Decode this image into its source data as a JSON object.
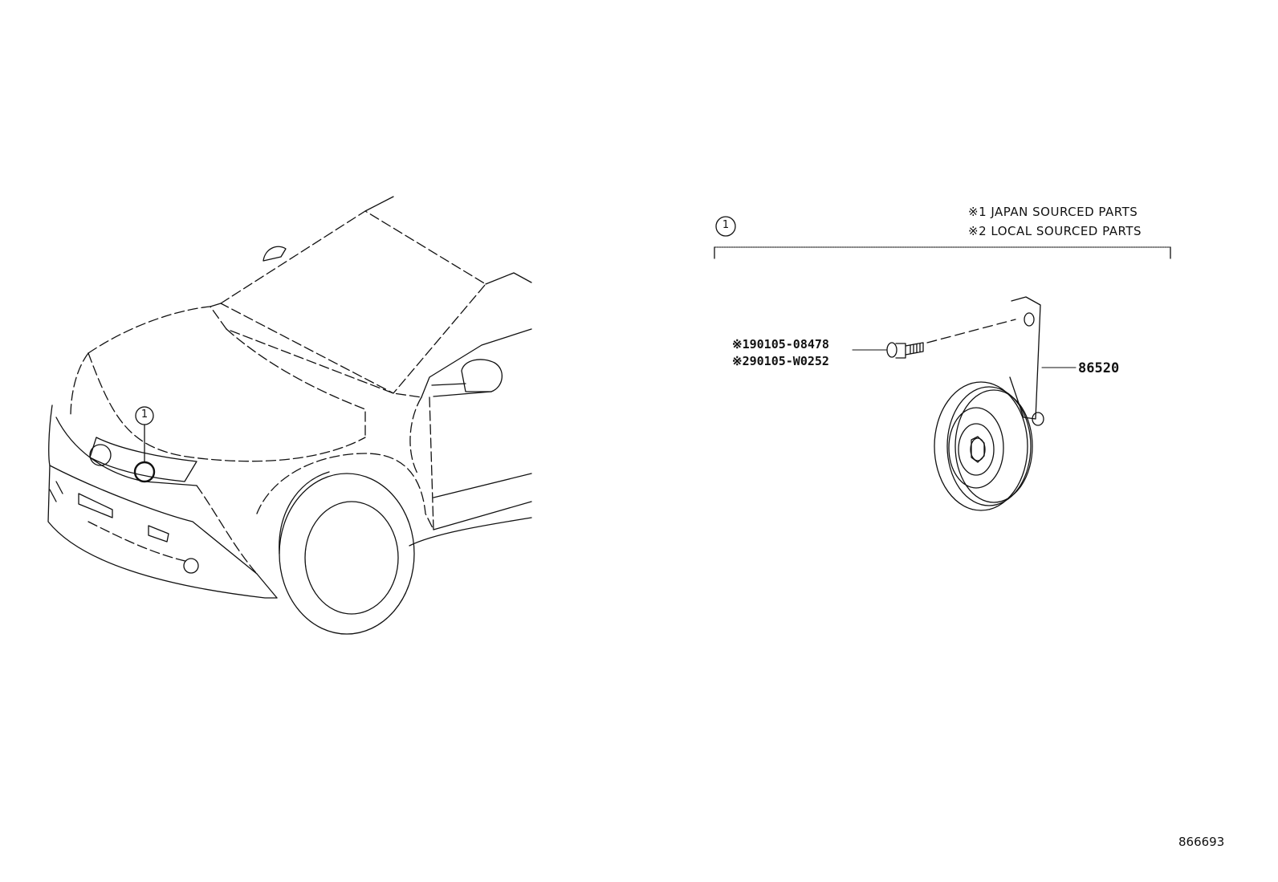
{
  "notes": {
    "note1": "※1 JAPAN SOURCED PARTS",
    "note2": "※2 LOCAL SOURCED PARTS"
  },
  "callouts": {
    "group": "1",
    "vehicle_location": "1"
  },
  "parts": {
    "bolt_japan": "※190105-08478",
    "bolt_local": "※290105-W0252",
    "horn": "86520"
  },
  "diagram_ref": "866693"
}
